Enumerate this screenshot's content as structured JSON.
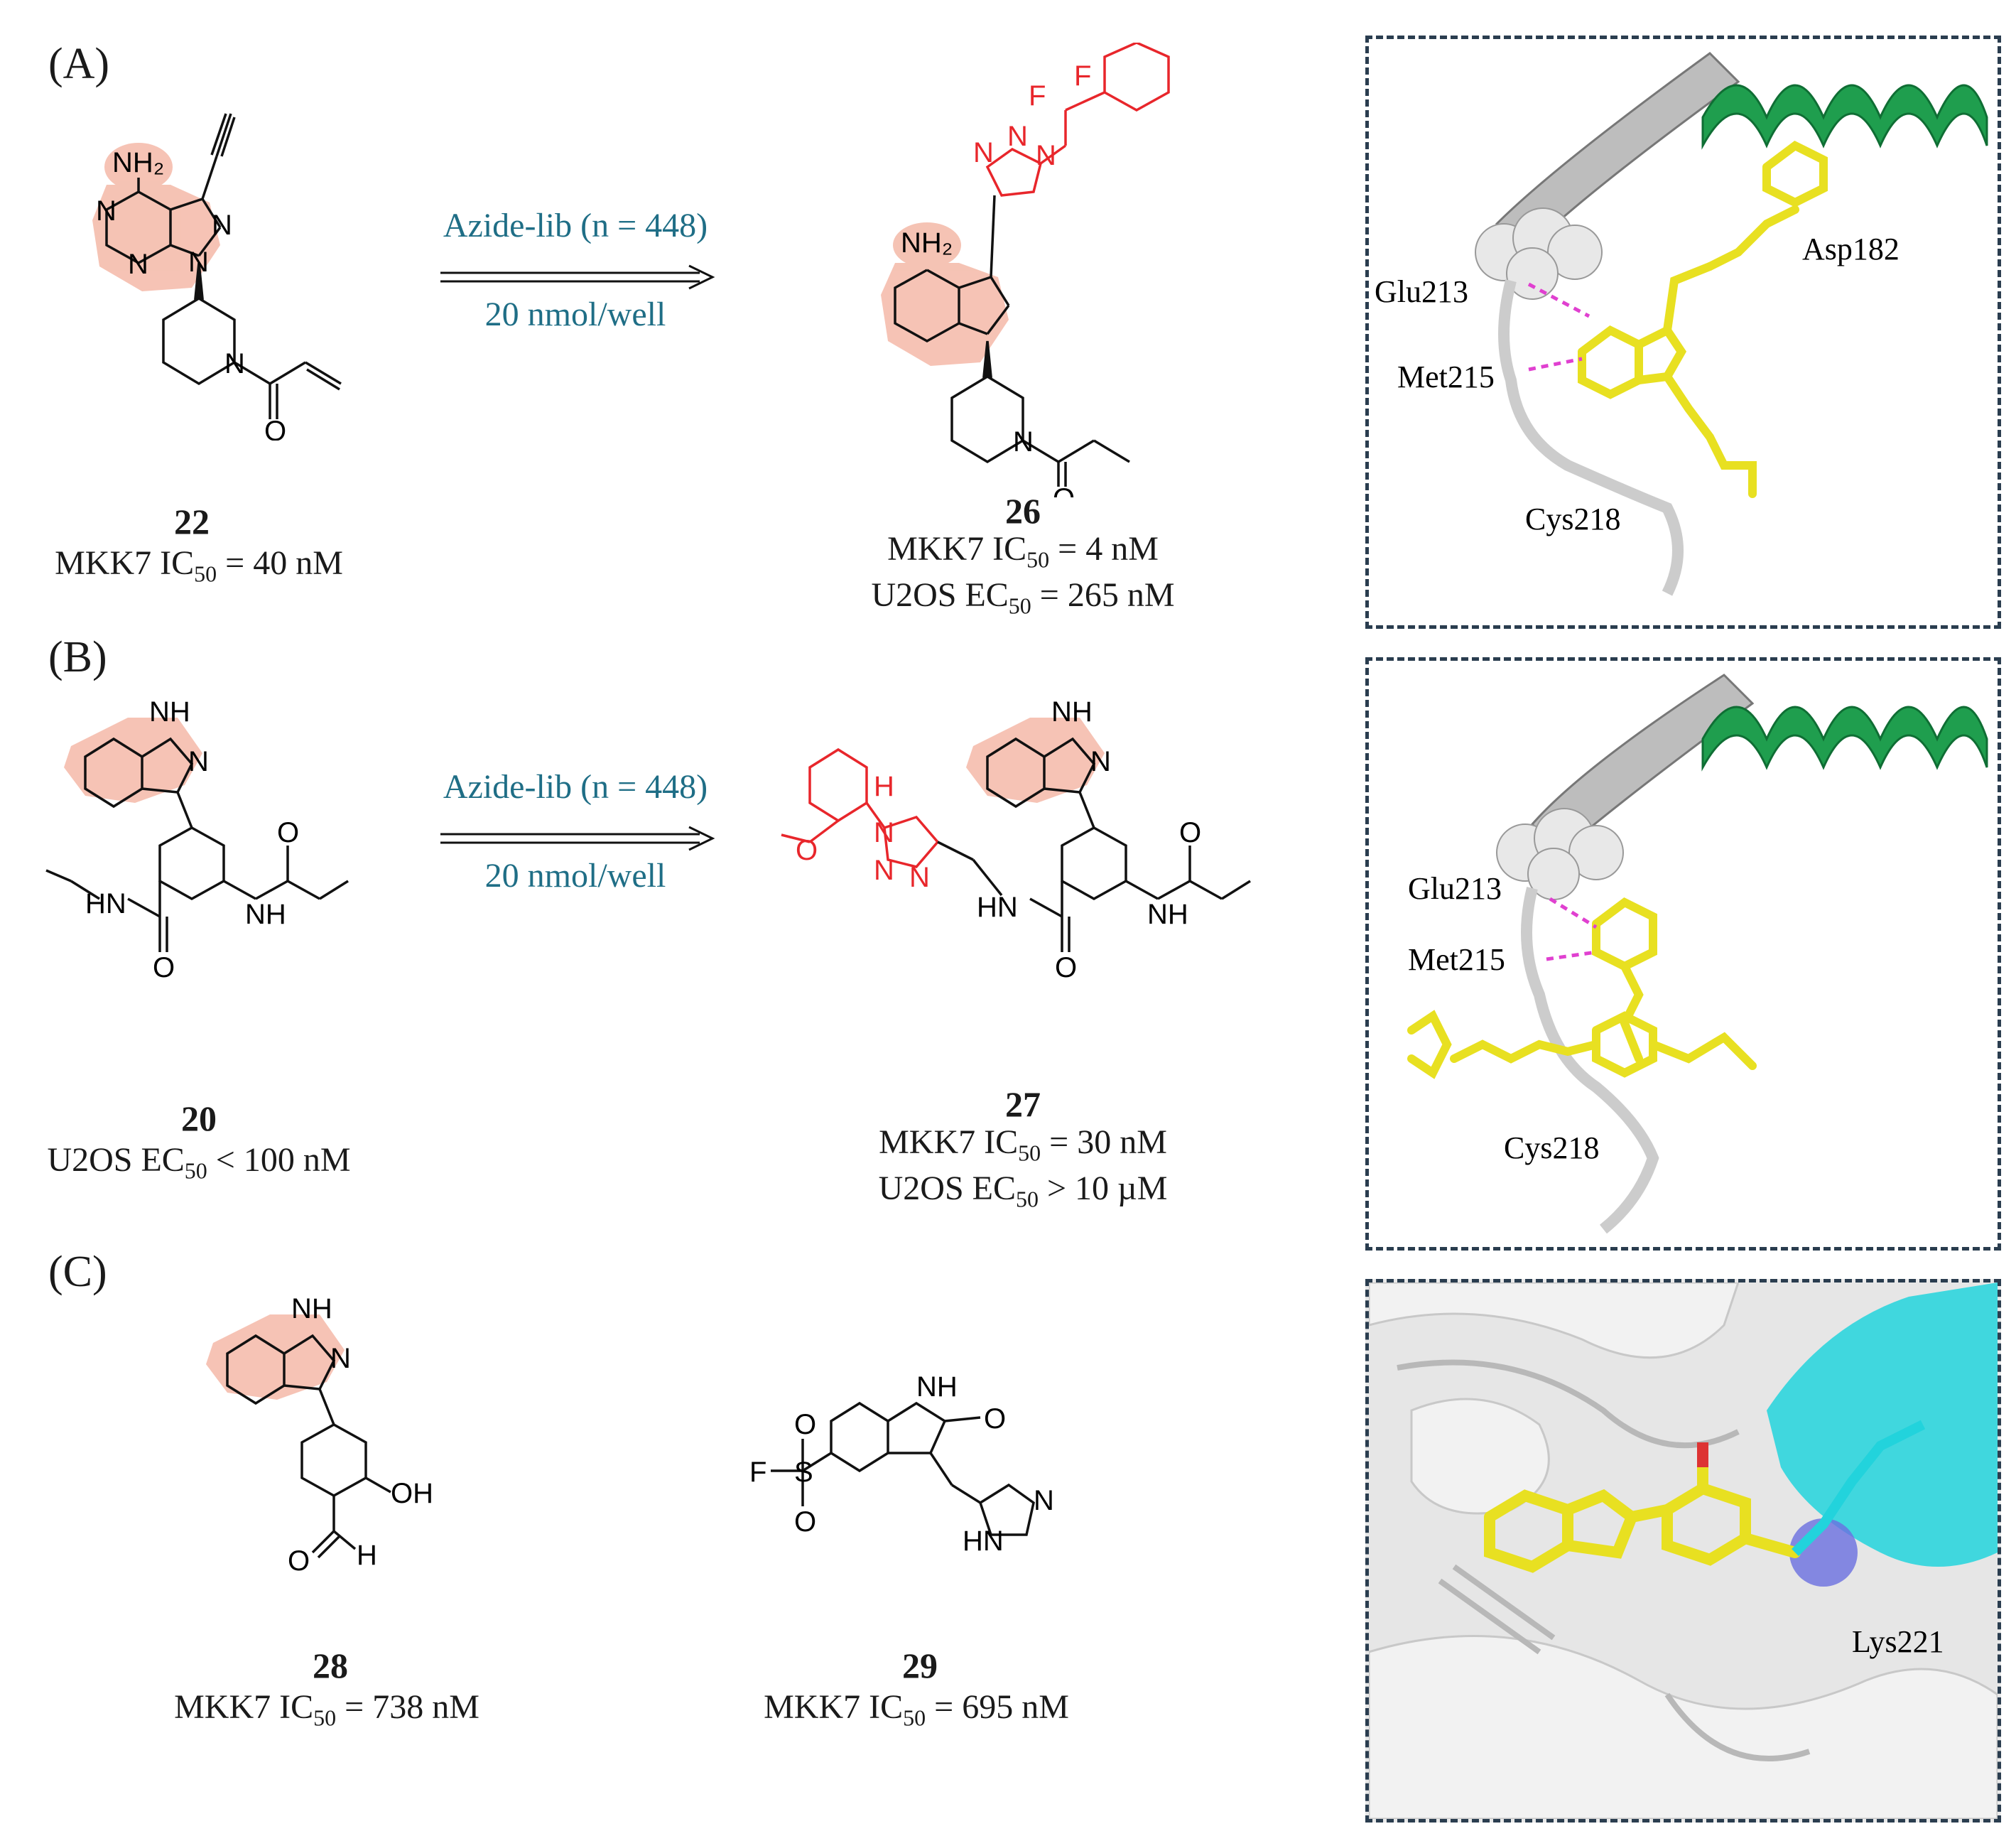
{
  "panels": {
    "a": {
      "label": "(A)",
      "start_id": "22",
      "start_activity": {
        "prefix": "MKK7 IC",
        "sub": "50",
        "suffix": " = 40 nM"
      },
      "arrow_top": "Azide-lib (n = 448)",
      "arrow_bottom": "20 nmol/well",
      "product_id": "26",
      "product_activity_1": {
        "prefix": "MKK7 IC",
        "sub": "50",
        "suffix": " = 4 nM"
      },
      "product_activity_2": {
        "prefix": "U2OS EC",
        "sub": "50",
        "suffix": " = 265 nM"
      },
      "residues": {
        "asp": "Asp182",
        "glu": "Glu213",
        "met": "Met215",
        "cys": "Cys218"
      }
    },
    "b": {
      "label": "(B)",
      "start_id": "20",
      "start_activity": {
        "prefix": "U2OS EC",
        "sub": "50",
        "suffix": " < 100 nM"
      },
      "arrow_top": "Azide-lib (n = 448)",
      "arrow_bottom": "20 nmol/well",
      "product_id": "27",
      "product_activity_1": {
        "prefix": "MKK7 IC",
        "sub": "50",
        "suffix": " = 30 nM"
      },
      "product_activity_2": {
        "prefix": "U2OS EC",
        "sub": "50",
        "suffix": " > 10 µM"
      },
      "residues": {
        "glu": "Glu213",
        "met": "Met215",
        "cys": "Cys218"
      }
    },
    "c": {
      "label": "(C)",
      "cmpd1_id": "28",
      "cmpd1_activity": {
        "prefix": "MKK7 IC",
        "sub": "50",
        "suffix": " = 738 nM"
      },
      "cmpd2_id": "29",
      "cmpd2_activity": {
        "prefix": "MKK7 IC",
        "sub": "50",
        "suffix": " = 695 nM"
      },
      "residues": {
        "lys": "Lys221"
      }
    }
  },
  "atoms": {
    "nh2": "NH₂",
    "n": "N",
    "o": "O",
    "f": "F",
    "h": "H",
    "nh": "NH",
    "hn": "HN",
    "oh": "OH",
    "s": "S",
    "n1h": "H"
  },
  "colors": {
    "highlight": "#f4b9a8",
    "modification": "#e8262b",
    "arrow_label": "#1f6e86",
    "helix": "#1f9e4e",
    "ligand": "#e8e021",
    "hbond": "#e040d0",
    "cyan_surface": "#22d3dc"
  }
}
